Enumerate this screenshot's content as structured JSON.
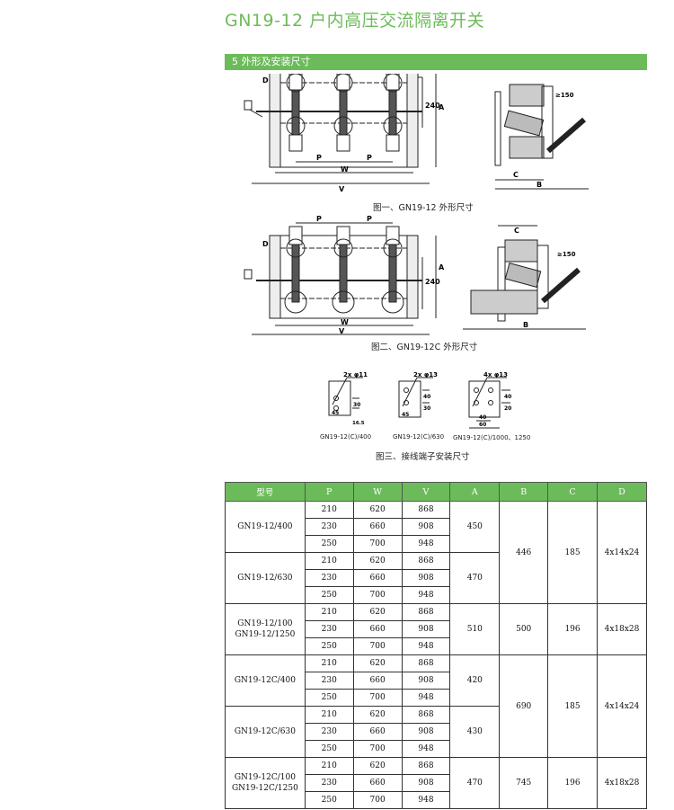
{
  "page": {
    "title": "GN19-12 户内高压交流隔离开关",
    "section": "5  外形及安装尺寸",
    "accent_color": "#6cbb5a"
  },
  "figures": {
    "fig1": {
      "caption": "图一、GN19-12 外形尺寸",
      "labels": {
        "D": "D",
        "P": "P",
        "W": "W",
        "V": "V",
        "A": "A",
        "dim240": "240",
        "B": "B",
        "C": "C",
        "angle": "≥150"
      }
    },
    "fig2": {
      "caption": "图二、GN19-12C 外形尺寸",
      "labels": {
        "D": "D",
        "P": "P",
        "W": "W",
        "V": "V",
        "A": "A",
        "dim240": "240",
        "B": "B",
        "C": "C",
        "angle": "≥150"
      }
    },
    "fig3": {
      "caption": "图三、接线端子安装尺寸",
      "terminals": [
        {
          "label": "GN19-12(C)/400",
          "holes": "2x φ11",
          "dims": [
            "30",
            "45",
            "16.5"
          ]
        },
        {
          "label": "GN19-12(C)/630",
          "holes": "2x φ13",
          "dims": [
            "40",
            "30",
            "45"
          ]
        },
        {
          "label": "GN19-12(C)/1000、1250",
          "holes": "4x φ13",
          "dims": [
            "40",
            "20",
            "40",
            "60"
          ]
        }
      ]
    }
  },
  "table": {
    "headers": [
      "型号",
      "P",
      "W",
      "V",
      "A",
      "B",
      "C",
      "D"
    ],
    "groups": [
      {
        "model": [
          "GN19-12/400"
        ],
        "rows": [
          [
            "210",
            "620",
            "868"
          ],
          [
            "230",
            "660",
            "908"
          ],
          [
            "250",
            "700",
            "948"
          ]
        ],
        "A": "450"
      },
      {
        "model": [
          "GN19-12/630"
        ],
        "rows": [
          [
            "210",
            "620",
            "868"
          ],
          [
            "230",
            "660",
            "908"
          ],
          [
            "250",
            "700",
            "948"
          ]
        ],
        "A": "470"
      },
      {
        "model": [
          "GN19-12/100",
          "GN19-12/1250"
        ],
        "rows": [
          [
            "210",
            "620",
            "868"
          ],
          [
            "230",
            "660",
            "908"
          ],
          [
            "250",
            "700",
            "948"
          ]
        ],
        "A": "510"
      },
      {
        "model": [
          "GN19-12C/400"
        ],
        "rows": [
          [
            "210",
            "620",
            "868"
          ],
          [
            "230",
            "660",
            "908"
          ],
          [
            "250",
            "700",
            "948"
          ]
        ],
        "A": "420"
      },
      {
        "model": [
          "GN19-12C/630"
        ],
        "rows": [
          [
            "210",
            "620",
            "868"
          ],
          [
            "230",
            "660",
            "908"
          ],
          [
            "250",
            "700",
            "948"
          ]
        ],
        "A": "430"
      },
      {
        "model": [
          "GN19-12C/100",
          "GN19-12C/1250"
        ],
        "rows": [
          [
            "210",
            "620",
            "868"
          ],
          [
            "230",
            "660",
            "908"
          ],
          [
            "250",
            "700",
            "948"
          ]
        ],
        "A": "470"
      }
    ],
    "merged": [
      {
        "B": "446",
        "C": "185",
        "D": "4x14x24"
      },
      {
        "B": "500",
        "C": "196",
        "D": "4x18x28"
      },
      {
        "B": "690",
        "C": "185",
        "D": "4x14x24"
      },
      {
        "B": "745",
        "C": "196",
        "D": "4x18x28"
      }
    ]
  }
}
